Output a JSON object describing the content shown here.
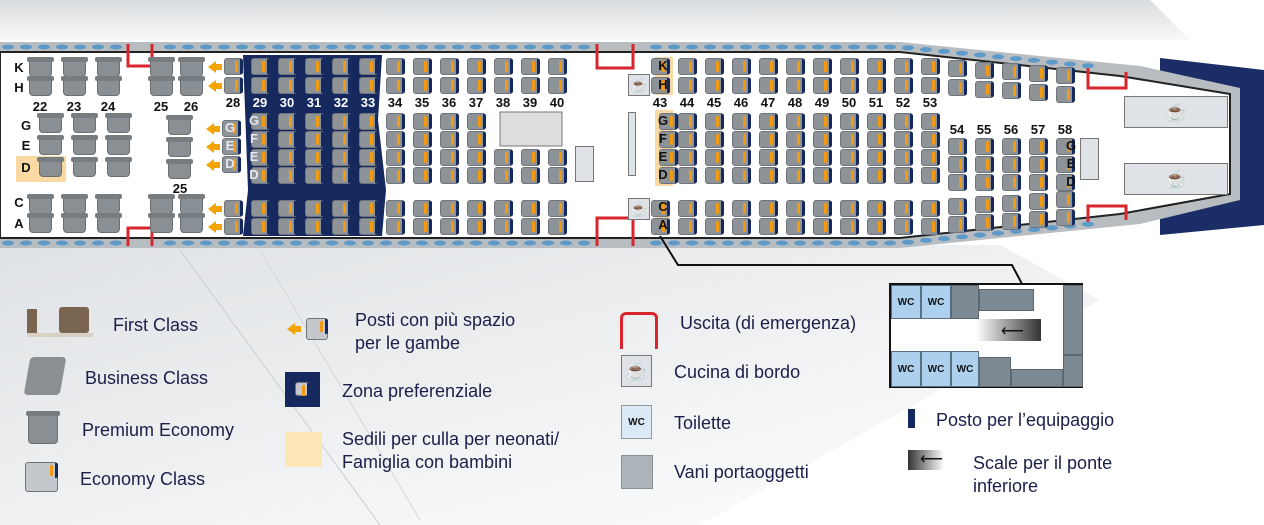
{
  "seatmap": {
    "premium": {
      "rows": [
        "22",
        "23",
        "24",
        "25",
        "26"
      ],
      "top_letters": [
        "K",
        "H"
      ],
      "middle_letters": [
        "G",
        "E",
        "D"
      ],
      "bottom_letters": [
        "C",
        "A"
      ],
      "middle_row_label": "25"
    },
    "economy_front": {
      "rows": [
        "28",
        "29",
        "30",
        "31",
        "32",
        "33",
        "34",
        "35",
        "36",
        "37",
        "38",
        "39",
        "40"
      ],
      "top_letters": [
        "K",
        "H"
      ],
      "middle_letters": [
        "G",
        "F",
        "E",
        "D"
      ],
      "bottom_letters": [
        "C",
        "A"
      ],
      "bulkhead_letters": [
        "G",
        "E",
        "D"
      ]
    },
    "economy_rear": {
      "rows": [
        "43",
        "44",
        "45",
        "46",
        "47",
        "48",
        "49",
        "50",
        "51",
        "52",
        "53",
        "54",
        "55",
        "56",
        "57",
        "58"
      ],
      "top_letters": [
        "K",
        "H"
      ],
      "middle_letters": [
        "G",
        "F",
        "E",
        "D"
      ],
      "rear_middle_letters": [
        "G",
        "E",
        "D"
      ],
      "bottom_letters": [
        "C",
        "A"
      ]
    },
    "galley_icon": "coffee-cup-icon",
    "inset": {
      "wc_label": "WC"
    }
  },
  "legend": {
    "first": "First Class",
    "business": "Business Class",
    "premium": "Premium Economy",
    "economy": "Economy Class",
    "legroom_1": "Posti con più spazio",
    "legroom_2": "per le gambe",
    "preferred": "Zona preferenziale",
    "bassinet_1": "Sedili per culla per neonati/",
    "bassinet_2": "Famiglia con bambini",
    "exit": "Uscita (di emergenza)",
    "galley": "Cucina di bordo",
    "toilet": "Toilette",
    "toilet_icon_label": "WC",
    "storage": "Vani portaoggetti",
    "crew": "Posto per l’equipaggio",
    "stairs_1": "Scale per il ponte",
    "stairs_2": "inferiore"
  },
  "colors": {
    "navy": "#15295e",
    "orange": "#f29a11",
    "exit_red": "#d8262e",
    "bassinet": "#fbd9a3"
  }
}
